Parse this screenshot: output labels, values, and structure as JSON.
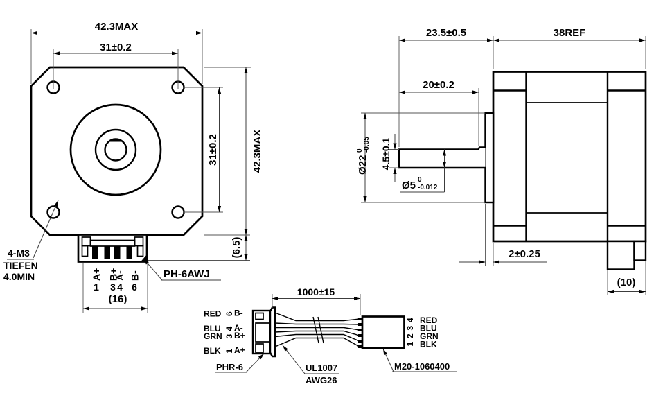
{
  "colors": {
    "line": "#000000",
    "background": "#ffffff"
  },
  "front_view": {
    "dim_width_max": "42.3MAX",
    "dim_hole_spacing_h": "31±0.2",
    "dim_hole_spacing_v": "31±0.2",
    "dim_height_max": "42.3MAX",
    "dim_connector_height": "(6.5)",
    "dim_connector_width": "(16)",
    "thread_note_line1": "4-M3",
    "thread_note_line2": "TIEFEN",
    "thread_note_line3": "4.0MIN",
    "connector_label": "PH-6AWJ",
    "pins": [
      {
        "signal": "A+",
        "number": "1"
      },
      {
        "signal": "B+",
        "number": "3"
      },
      {
        "signal": "A-",
        "number": "4"
      },
      {
        "signal": "B-",
        "number": "6"
      }
    ]
  },
  "side_view": {
    "dim_shaft_length": "23.5±0.5",
    "dim_body_length": "38REF",
    "dim_flat_length": "20±0.2",
    "boss_dia": {
      "symbol": "Ø22",
      "upper": "0",
      "lower": "-0.05"
    },
    "dim_flat_height": "4.5±0.1",
    "shaft_dia": {
      "symbol": "Ø5",
      "upper": "0",
      "lower": "-0.012"
    },
    "dim_boss_depth": "2±0.25",
    "dim_rear_connector": "(10)"
  },
  "harness": {
    "dim_length": "1000±15",
    "left_connector_label": "PHR-6",
    "wire_spec_line1": "UL1007",
    "wire_spec_line2": "AWG26",
    "right_connector_label": "M20-1060400",
    "left_pins": [
      {
        "color": "RED",
        "pin": "6",
        "signal": "B-"
      },
      {
        "color": "BLU",
        "pin": "4",
        "signal": "A-"
      },
      {
        "color": "GRN",
        "pin": "3",
        "signal": "B+"
      },
      {
        "color": "BLK",
        "pin": "1",
        "signal": "A+"
      }
    ],
    "right_pins": [
      {
        "pin": "4",
        "color": "RED"
      },
      {
        "pin": "3",
        "color": "BLU"
      },
      {
        "pin": "2",
        "color": "GRN"
      },
      {
        "pin": "1",
        "color": "BLK"
      }
    ]
  }
}
